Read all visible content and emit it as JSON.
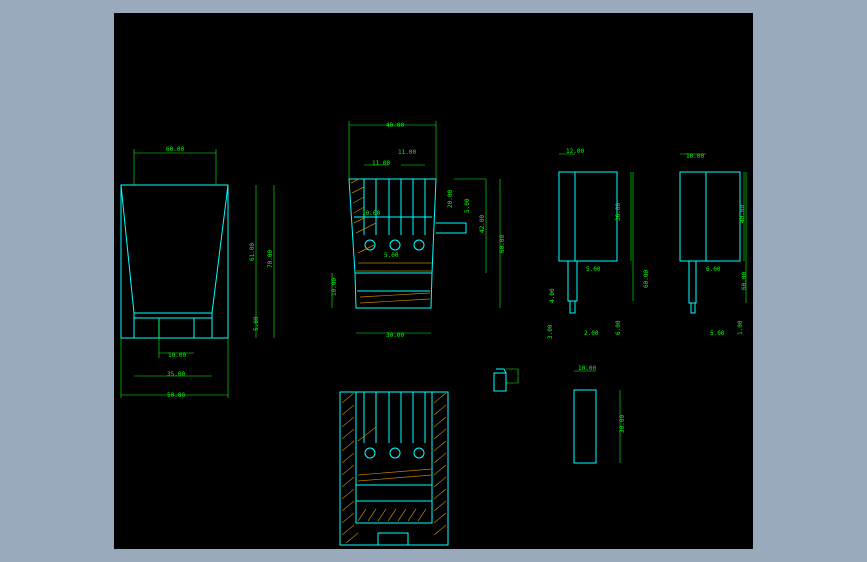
{
  "colors": {
    "background": "#99aabc",
    "canvas": "#000000",
    "outline": "#00ffff",
    "dimension": "#00ff00",
    "hatch": "#c08000"
  },
  "views": {
    "front": {
      "top_width": "60.00",
      "height_a": "61.00",
      "height_b": "70.00",
      "step": "5.00",
      "slot": "10.00",
      "base_inner": "35.00",
      "base_outer": "50.00"
    },
    "section": {
      "width_top": "40.00",
      "slot_a": "11.00",
      "slot_b": "11.00",
      "d1": "10.00",
      "d2": "20.00",
      "d3": "5.00",
      "d4": "42.00",
      "d5": "60.00",
      "d6": "10.00",
      "d7": "5.00",
      "bottom": "30.00"
    },
    "side_a": {
      "top": "12.00",
      "h1": "36.00",
      "h2": "60.00",
      "pin1": "5.00",
      "pin2": "4.00",
      "pin3": "3.00",
      "pin4": "2.00",
      "pin5": "6.00"
    },
    "side_b": {
      "top": "10.00",
      "h1": "40.00",
      "h2": "60.00",
      "pin1": "6.00",
      "pin2": "5.00",
      "pin3": "1.00"
    },
    "bar": {
      "width": "10.00",
      "height": "30.00"
    }
  }
}
